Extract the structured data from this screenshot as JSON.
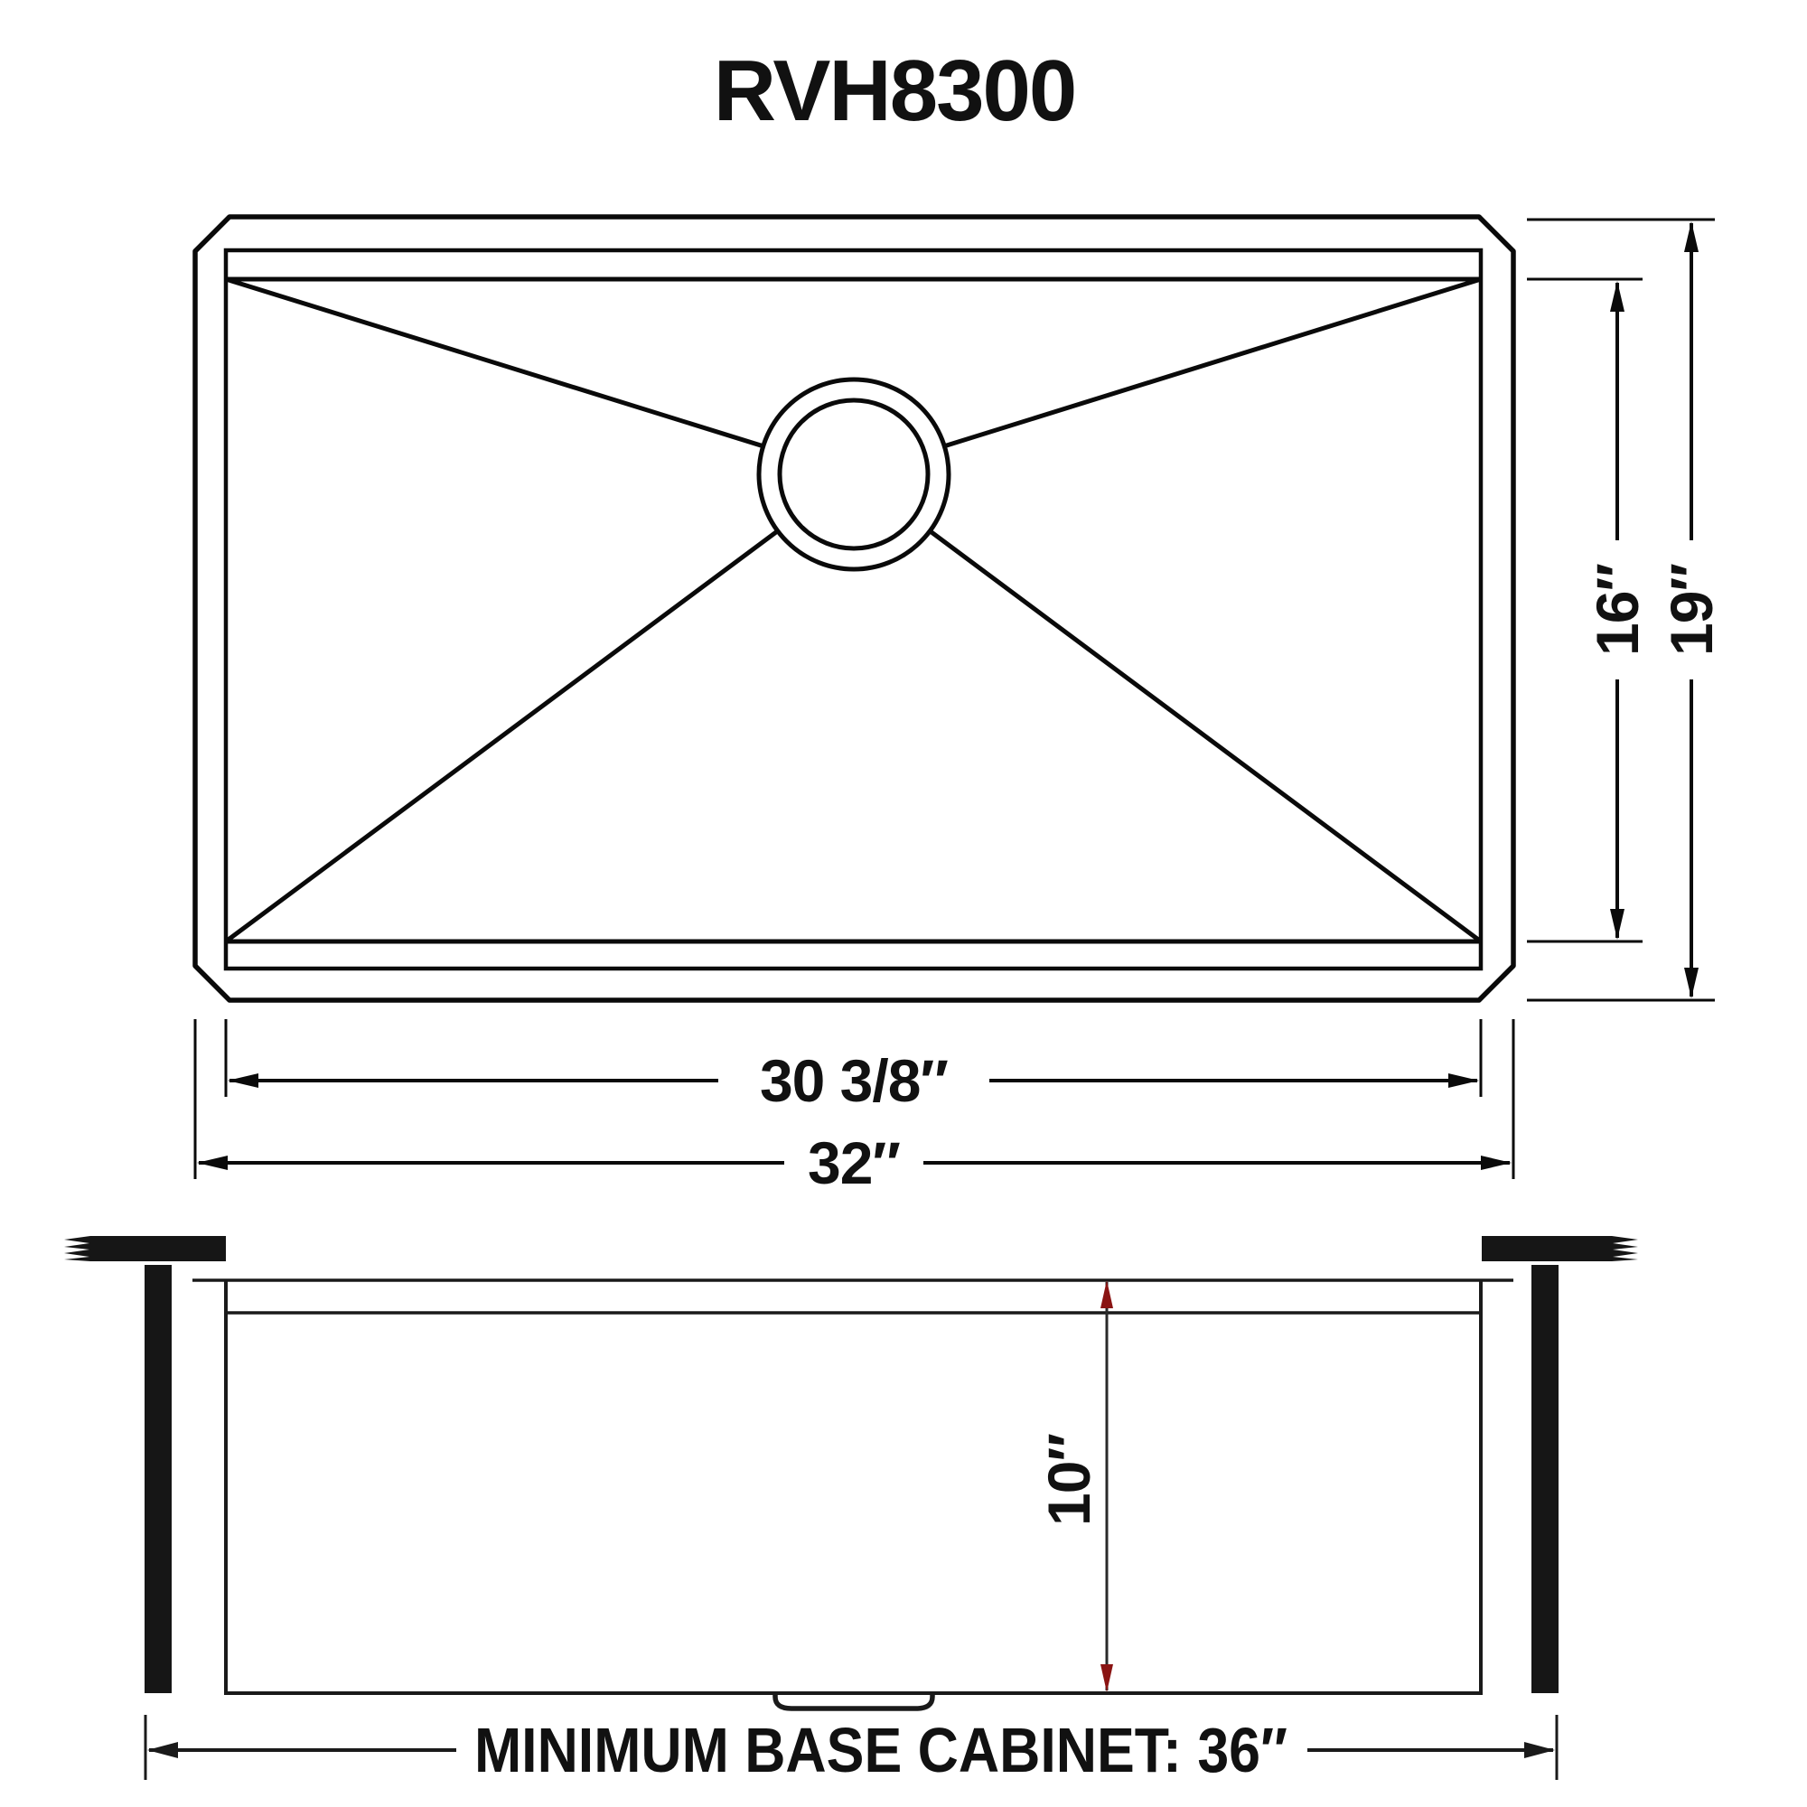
{
  "title": "RVH8300",
  "top_view": {
    "bowl_width_label": "30 3/8″",
    "overall_width_label": "32″",
    "bowl_depth_label": "16″",
    "overall_depth_label": "19″"
  },
  "side_view": {
    "bowl_height_label": "10″",
    "cabinet_label": "MINIMUM BASE CABINET: 36″"
  },
  "colors": {
    "ink": "#0a0a0a",
    "red_arrow": "#8a1413"
  }
}
